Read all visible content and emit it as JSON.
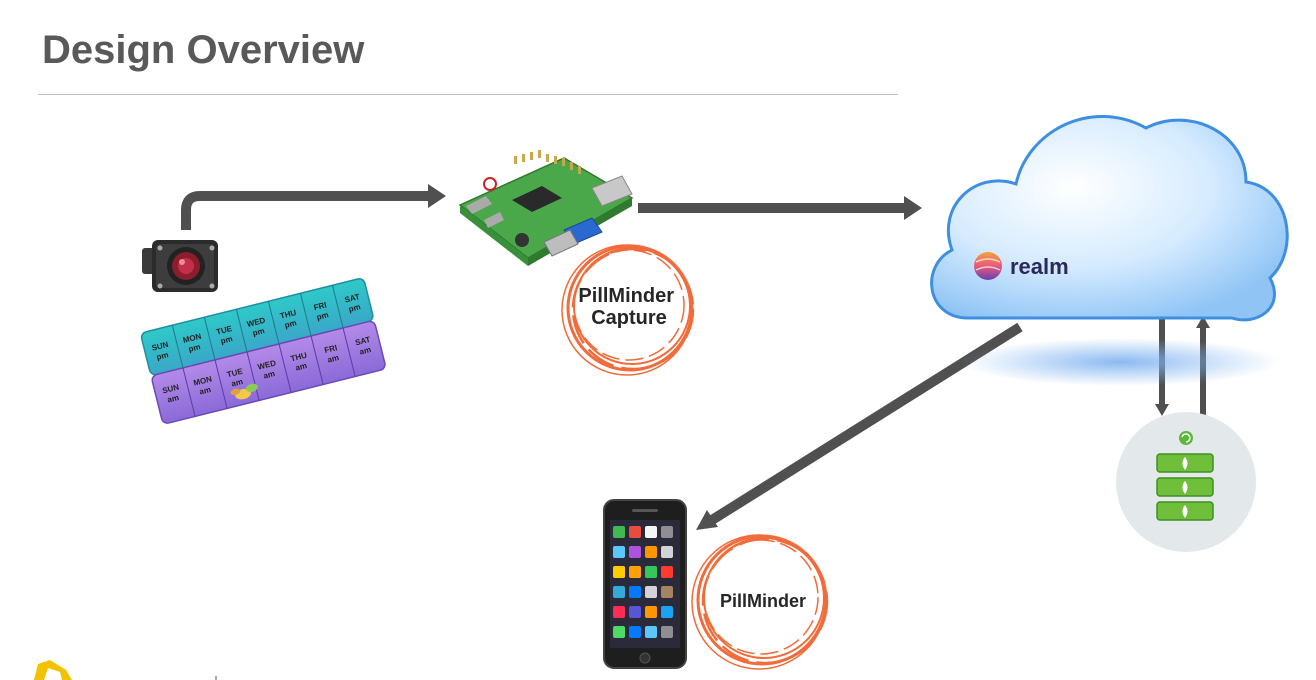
{
  "slide": {
    "title": "Design Overview"
  },
  "nodes": {
    "capture_app": "PillMinder\nCapture",
    "mobile_app": "PillMinder",
    "cloud_service": "realm"
  },
  "pill_organizer": {
    "top_row": [
      "SUN pm",
      "MON pm",
      "TUE pm",
      "WED pm",
      "THU pm",
      "FRI pm",
      "SAT pm"
    ],
    "bottom_row": [
      "SUN am",
      "MON am",
      "TUE am",
      "WED am",
      "THU am",
      "FRI am",
      "SAT am"
    ]
  },
  "colors": {
    "arrow": "#505050",
    "ring": "#f26b3a",
    "cloud": "#bfe0ff",
    "server": "#6fbf3a"
  }
}
